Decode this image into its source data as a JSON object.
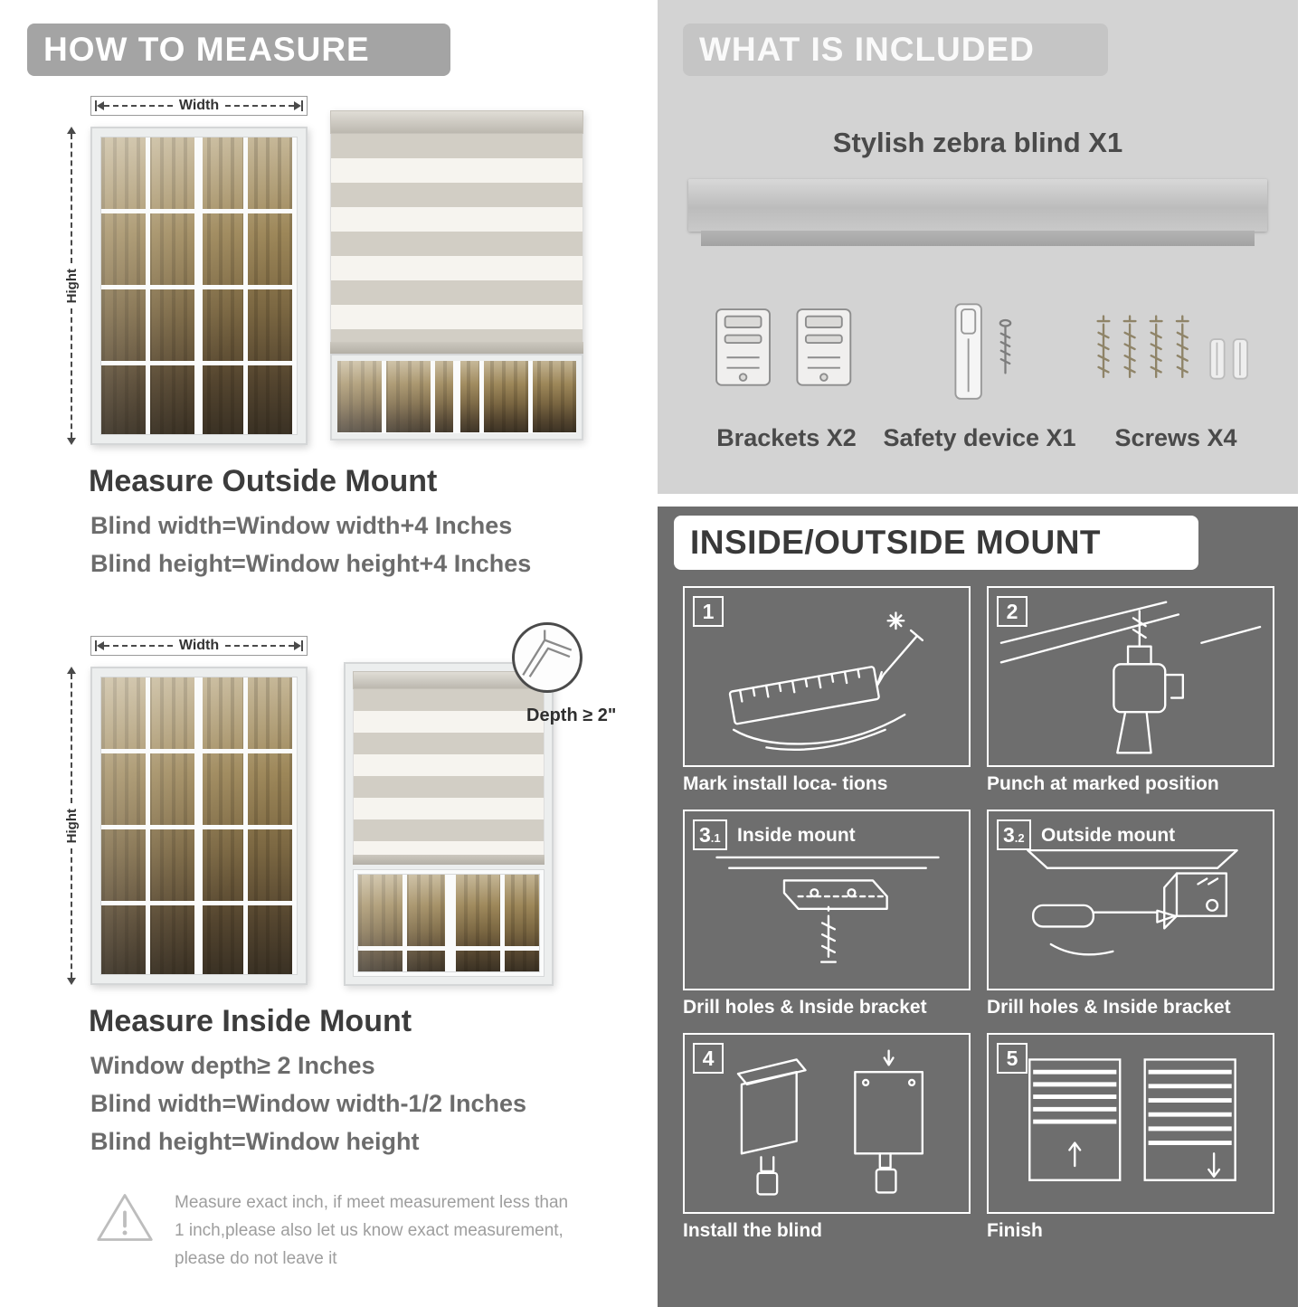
{
  "left": {
    "header": "HOW TO MEASURE",
    "outside": {
      "width_label": "Width",
      "height_label": "Hight",
      "title": "Measure Outside Mount",
      "formulas": [
        "Blind width=Window width+4 Inches",
        "Blind height=Window height+4 Inches"
      ]
    },
    "inside": {
      "width_label": "Width",
      "height_label": "Hight",
      "depth_label": "Depth ≥ 2\"",
      "title": "Measure Inside Mount",
      "formulas": [
        "Window depth≥ 2 Inches",
        "Blind width=Window width-1/2 Inches",
        "Blind height=Window height"
      ]
    },
    "warning_text": "Measure exact inch, if meet measurement less than 1 inch,please also let us know exact measurement, please do not leave it"
  },
  "included": {
    "header": "WHAT IS INCLUDED",
    "product_title": "Stylish zebra blind X1",
    "items": [
      {
        "label": "Brackets X2"
      },
      {
        "label": "Safety device X1"
      },
      {
        "label": "Screws X4"
      }
    ]
  },
  "mount": {
    "header": "INSIDE/OUTSIDE MOUNT",
    "steps": [
      {
        "num": "1",
        "sub": "",
        "inner_label": "",
        "caption": "Mark install loca- tions"
      },
      {
        "num": "2",
        "sub": "",
        "inner_label": "",
        "caption": "Punch at  marked position"
      },
      {
        "num": "3",
        "sub": ".1",
        "inner_label": "Inside mount",
        "caption": "Drill holes &  Inside bracket"
      },
      {
        "num": "3",
        "sub": ".2",
        "inner_label": "Outside mount",
        "caption": "Drill holes &  Inside bracket"
      },
      {
        "num": "4",
        "sub": "",
        "inner_label": "",
        "caption": "Install the blind"
      },
      {
        "num": "5",
        "sub": "",
        "inner_label": "",
        "caption": "Finish"
      }
    ]
  }
}
